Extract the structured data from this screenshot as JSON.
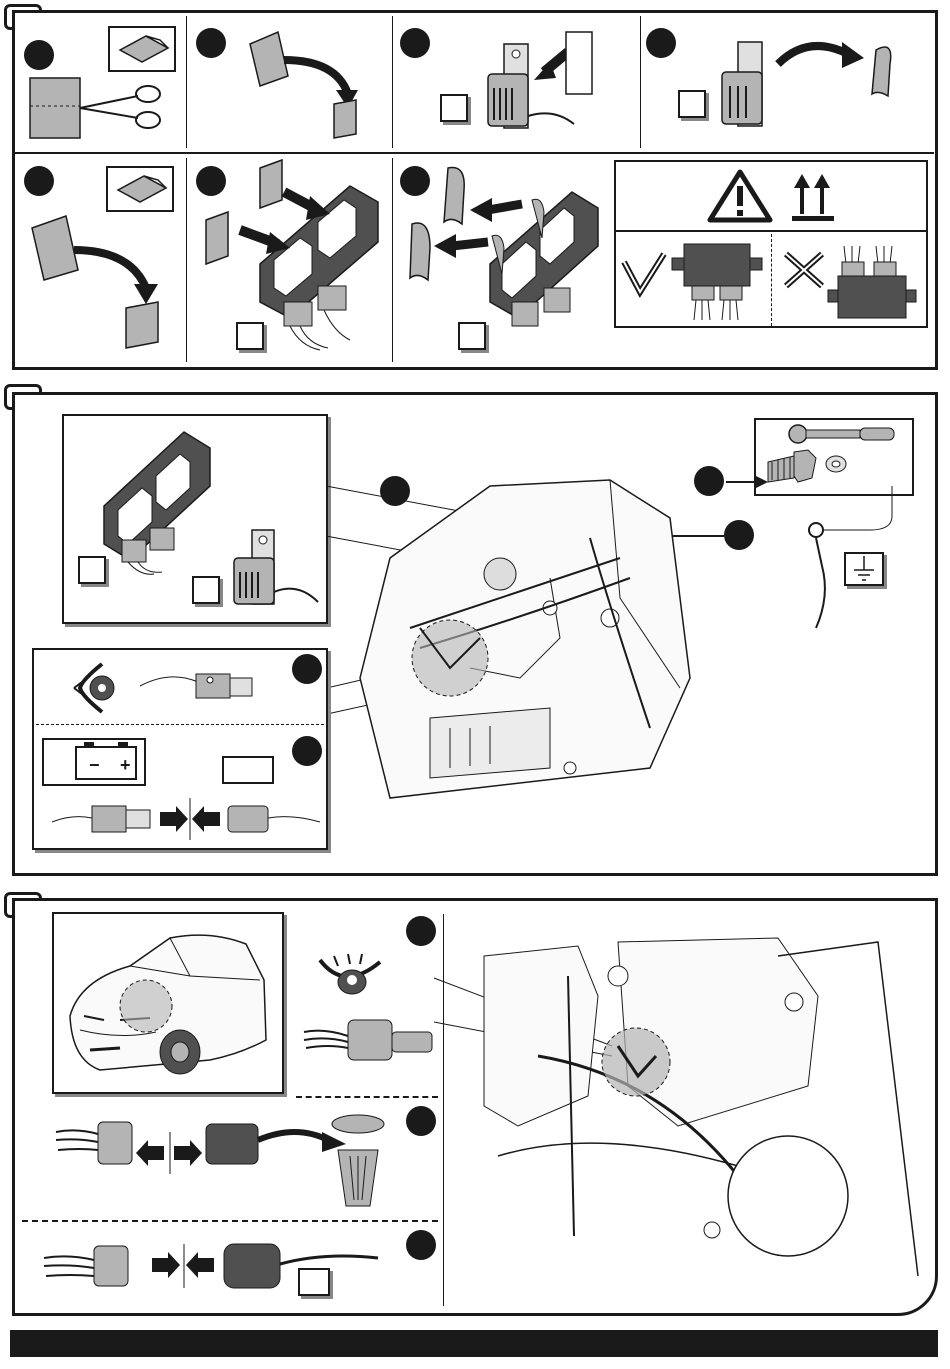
{
  "document": {
    "type": "wiring kit installation instructions",
    "sections": [
      {
        "id": "section-a",
        "steps": 7
      },
      {
        "id": "section-b",
        "steps": 4
      },
      {
        "id": "section-c",
        "steps": 3
      }
    ],
    "warning_icons": [
      "warning-triangle-icon",
      "this-way-up-icon"
    ],
    "orientation_ok_icon": "check-mark-icon",
    "orientation_wrong_icon": "cross-mark-icon",
    "battery_symbols": {
      "minus": "−",
      "plus": "+"
    },
    "colors": {
      "ink": "#1a1a1a",
      "panel_gray": "#505050",
      "shade": "#b4b4b4",
      "background": "#ffffff"
    }
  }
}
